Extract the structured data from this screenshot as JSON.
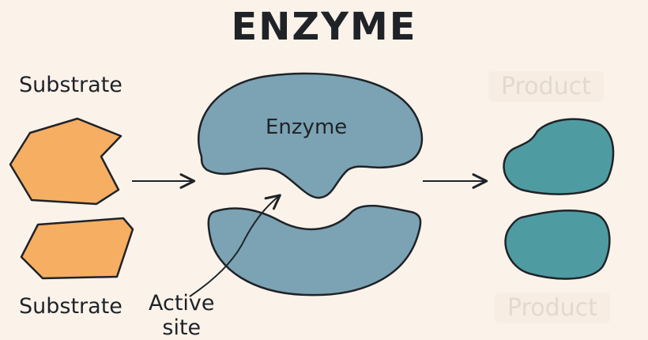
{
  "title": "ENZYME",
  "labels": {
    "substrate_top": "Substrate",
    "substrate_bottom": "Substrate",
    "enzyme": "Enzyme",
    "active_site_line1": "Active",
    "active_site_line2": "site",
    "product_top": "Product",
    "product_bottom": "Product"
  },
  "colors": {
    "background": "#FBF3EA",
    "substrate": "#F6AE62",
    "enzyme": "#7BA3B3",
    "product": "#4E9CA1",
    "outline": "#1f2328"
  }
}
